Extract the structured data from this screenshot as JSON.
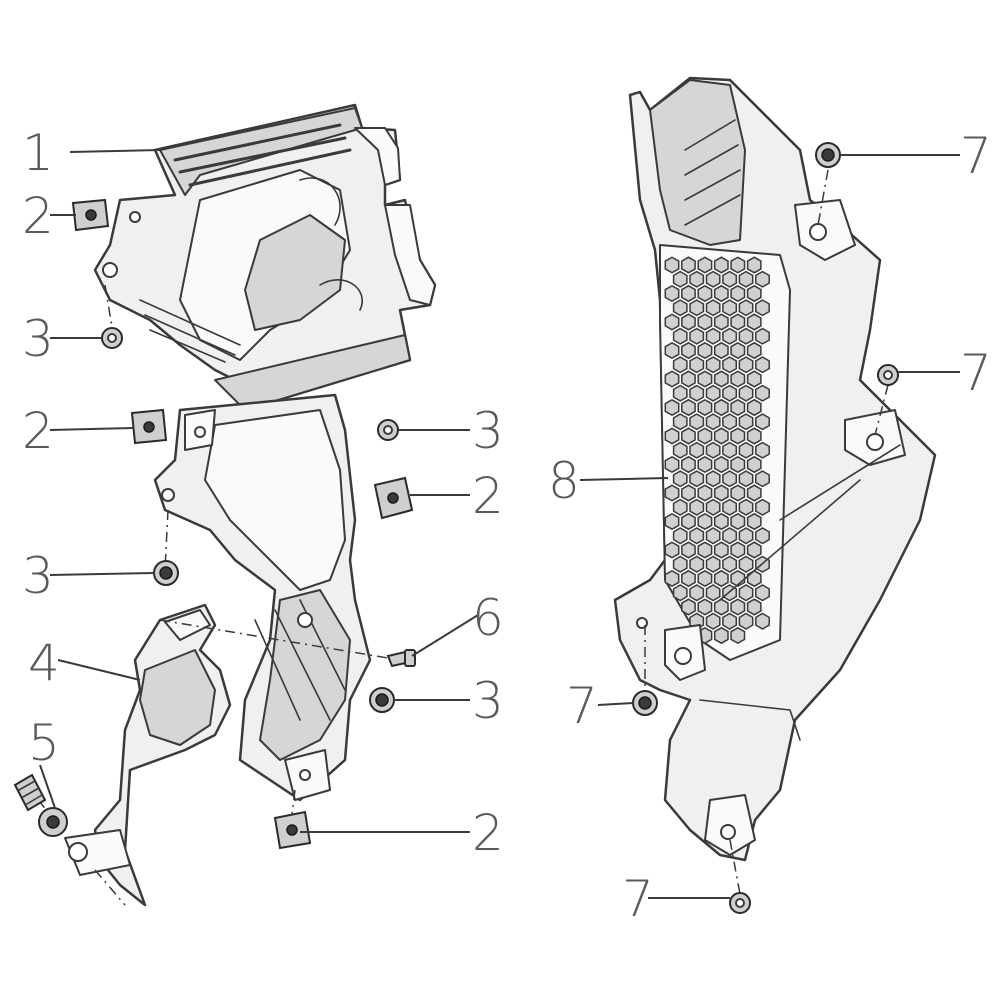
{
  "callouts": [
    {
      "id": "c1",
      "label": "1"
    },
    {
      "id": "c2a",
      "label": "2"
    },
    {
      "id": "c3a",
      "label": "3"
    },
    {
      "id": "c2b",
      "label": "2"
    },
    {
      "id": "c3b",
      "label": "3"
    },
    {
      "id": "c2c",
      "label": "2"
    },
    {
      "id": "c3c",
      "label": "3"
    },
    {
      "id": "c6",
      "label": "6"
    },
    {
      "id": "c4",
      "label": "4"
    },
    {
      "id": "c3d",
      "label": "3"
    },
    {
      "id": "c5",
      "label": "5"
    },
    {
      "id": "c2d",
      "label": "2"
    },
    {
      "id": "c7a",
      "label": "7"
    },
    {
      "id": "c7b",
      "label": "7"
    },
    {
      "id": "c8",
      "label": "8"
    },
    {
      "id": "c7c",
      "label": "7"
    },
    {
      "id": "c7d",
      "label": "7"
    }
  ]
}
